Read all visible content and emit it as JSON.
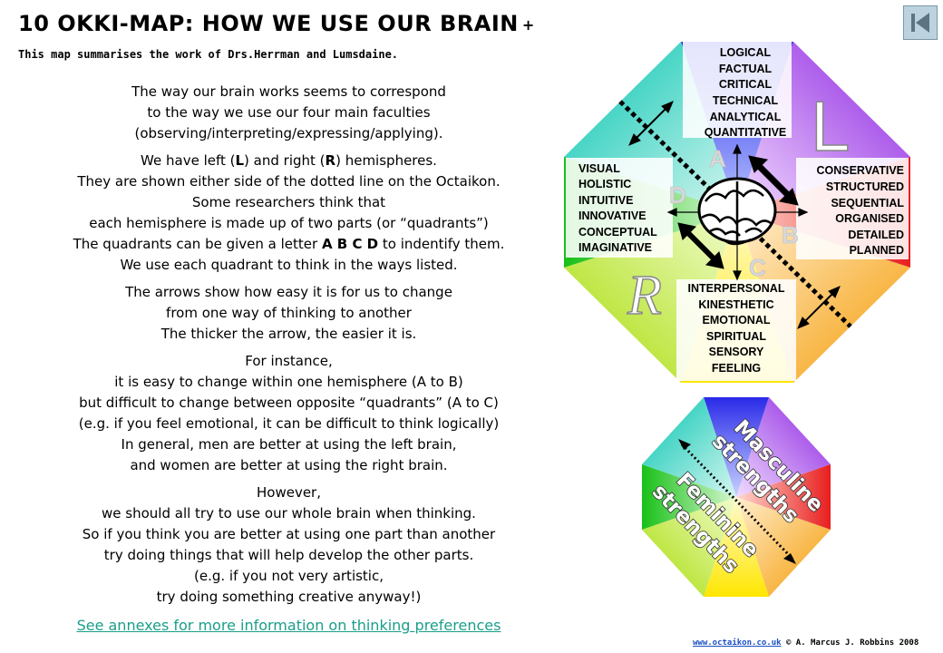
{
  "header": {
    "title": "10 OKKI-MAP: HOW WE USE OUR BRAIN",
    "title_suffix": "+",
    "subtitle": "This map summarises the work of Drs.Herrman and Lumsdaine."
  },
  "paragraphs": {
    "p1": [
      "The way our brain works seems to correspond",
      "to the way we use our four main faculties",
      "(observing/interpreting/expressing/applying)."
    ],
    "p2": {
      "l1_pre": "We have left (",
      "l1_L": "L",
      "l1_mid": ") and right  (",
      "l1_R": "R",
      "l1_post": ") hemispheres.",
      "l2": "They are shown either side of the dotted line on the Octaikon.",
      "l3": "Some researchers think that",
      "l4": "each hemisphere is made up of two parts (or “quadrants”)",
      "l5_pre": "The quadrants can be given a letter ",
      "l5_letters": "A B C D",
      "l5_post": " to indentify them.",
      "l6": "We use each quadrant to think in the ways listed."
    },
    "p3": [
      "The arrows show how easy it is for us to change",
      "from one way of thinking to another",
      "The thicker the arrow, the easier it is."
    ],
    "p4": [
      "For instance,",
      "it is easy to change within one hemisphere (A to B)",
      "but difficult to change between opposite “quadrants” (A to C)",
      "(e.g. if you feel emotional, it can be difficult to think logically)",
      "In general, men are better at using the left brain,",
      "and women are better at using the right brain."
    ],
    "p5": [
      "However,",
      "we should all try to use our whole brain when thinking.",
      "So if you think you are better at using one part than another",
      "try doing things that will help develop the other parts.",
      "(e.g. if you not very artistic,",
      "try doing something creative anyway!)"
    ]
  },
  "links": {
    "annexes": "See annexes for more information on thinking preferences",
    "website": "www.octaikon.co.uk",
    "copyright": "© A. Marcus J. Robbins 2008"
  },
  "octaikon": {
    "quadrants": {
      "A": [
        "LOGICAL",
        "FACTUAL",
        "CRITICAL",
        "TECHNICAL",
        "ANALYTICAL",
        "QUANTITATIVE"
      ],
      "B": [
        "CONSERVATIVE",
        "STRUCTURED",
        "SEQUENTIAL",
        "ORGANISED",
        "DETAILED",
        "PLANNED"
      ],
      "C": [
        "INTERPERSONAL",
        "KINESTHETIC",
        "EMOTIONAL",
        "SPIRITUAL",
        "SENSORY",
        "FEELING"
      ],
      "D": [
        "VISUAL",
        "HOLISTIC",
        "INTUITIVE",
        "INNOVATIVE",
        "CONCEPTUAL",
        "IMAGINATIVE"
      ]
    },
    "letters": {
      "a": "A",
      "b": "B",
      "c": "C",
      "d": "D"
    },
    "hemispheres": {
      "left": "L",
      "right": "R"
    },
    "colors": {
      "top": "#3838e8",
      "top_right": "#9b2fe0",
      "right": "#e82020",
      "bottom_right": "#f5a000",
      "bottom": "#ffee00",
      "bottom_left": "#b8e000",
      "left": "#20c020",
      "top_left": "#00c8b0"
    }
  },
  "strengths": {
    "masculine": "Masculine",
    "masculine2": "strengths",
    "feminine": "Feminine",
    "feminine2": "strengths"
  }
}
